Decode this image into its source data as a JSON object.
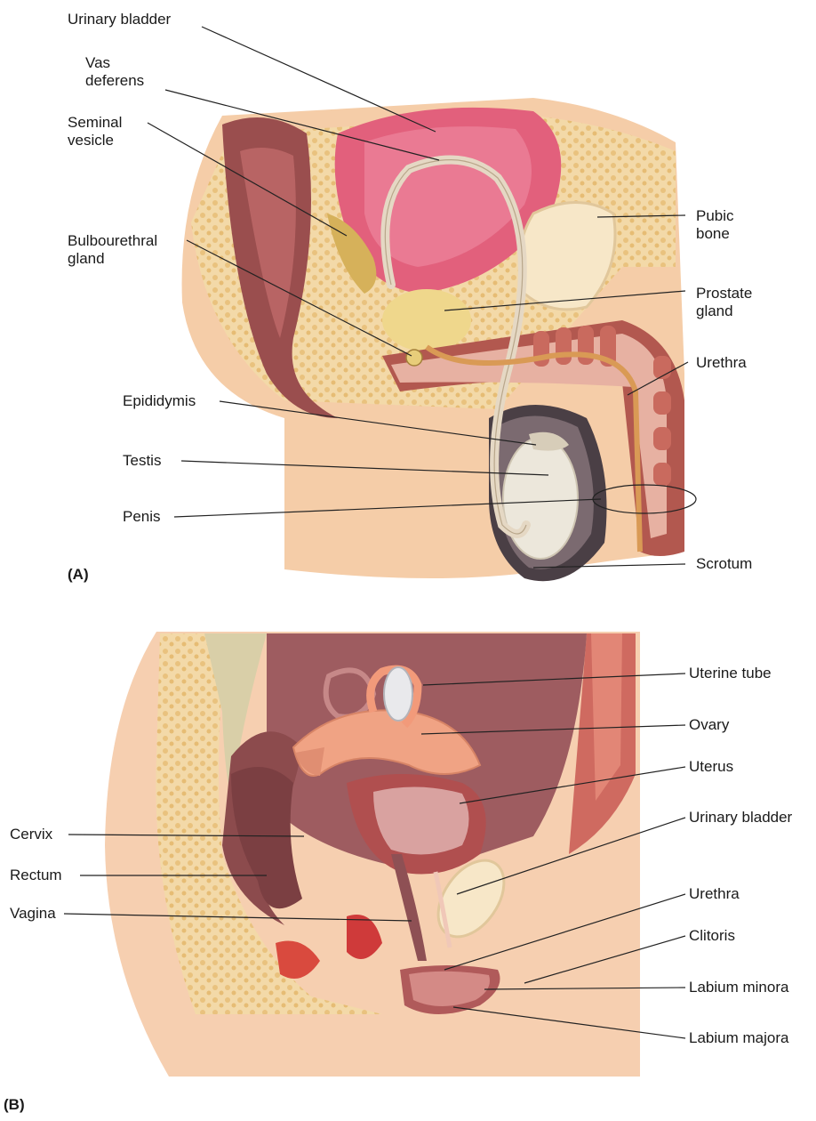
{
  "panel_a": {
    "letter": "(A)",
    "labels": {
      "urinary_bladder": "Urinary bladder",
      "vas_deferens": "Vas\ndeferens",
      "seminal_vesicle": "Seminal\nvesicle",
      "bulbourethral_gland": "Bulbourethral\ngland",
      "epididymis": "Epididymis",
      "testis": "Testis",
      "penis": "Penis",
      "pubic_bone": "Pubic\nbone",
      "prostate_gland": "Prostate\ngland",
      "urethra": "Urethra",
      "scrotum": "Scrotum"
    }
  },
  "panel_b": {
    "letter": "(B)",
    "labels": {
      "uterine_tube": "Uterine tube",
      "ovary": "Ovary",
      "uterus": "Uterus",
      "urinary_bladder": "Urinary bladder",
      "urethra": "Urethra",
      "clitoris": "Clitoris",
      "labium_minora": "Labium minora",
      "labium_majora": "Labium majora",
      "cervix": "Cervix",
      "rectum": "Rectum",
      "vagina": "Vagina"
    }
  },
  "colors": {
    "skin": "#f3c4a0",
    "fat": "#f1d49a",
    "muscle": "#a94a4a",
    "bladder": "#e0607a",
    "bone": "#f6e6c6",
    "duct": "#e8dccb",
    "bowel": "#8e4a4a",
    "uterus": "#f0a488",
    "tissue": "#c98380"
  }
}
